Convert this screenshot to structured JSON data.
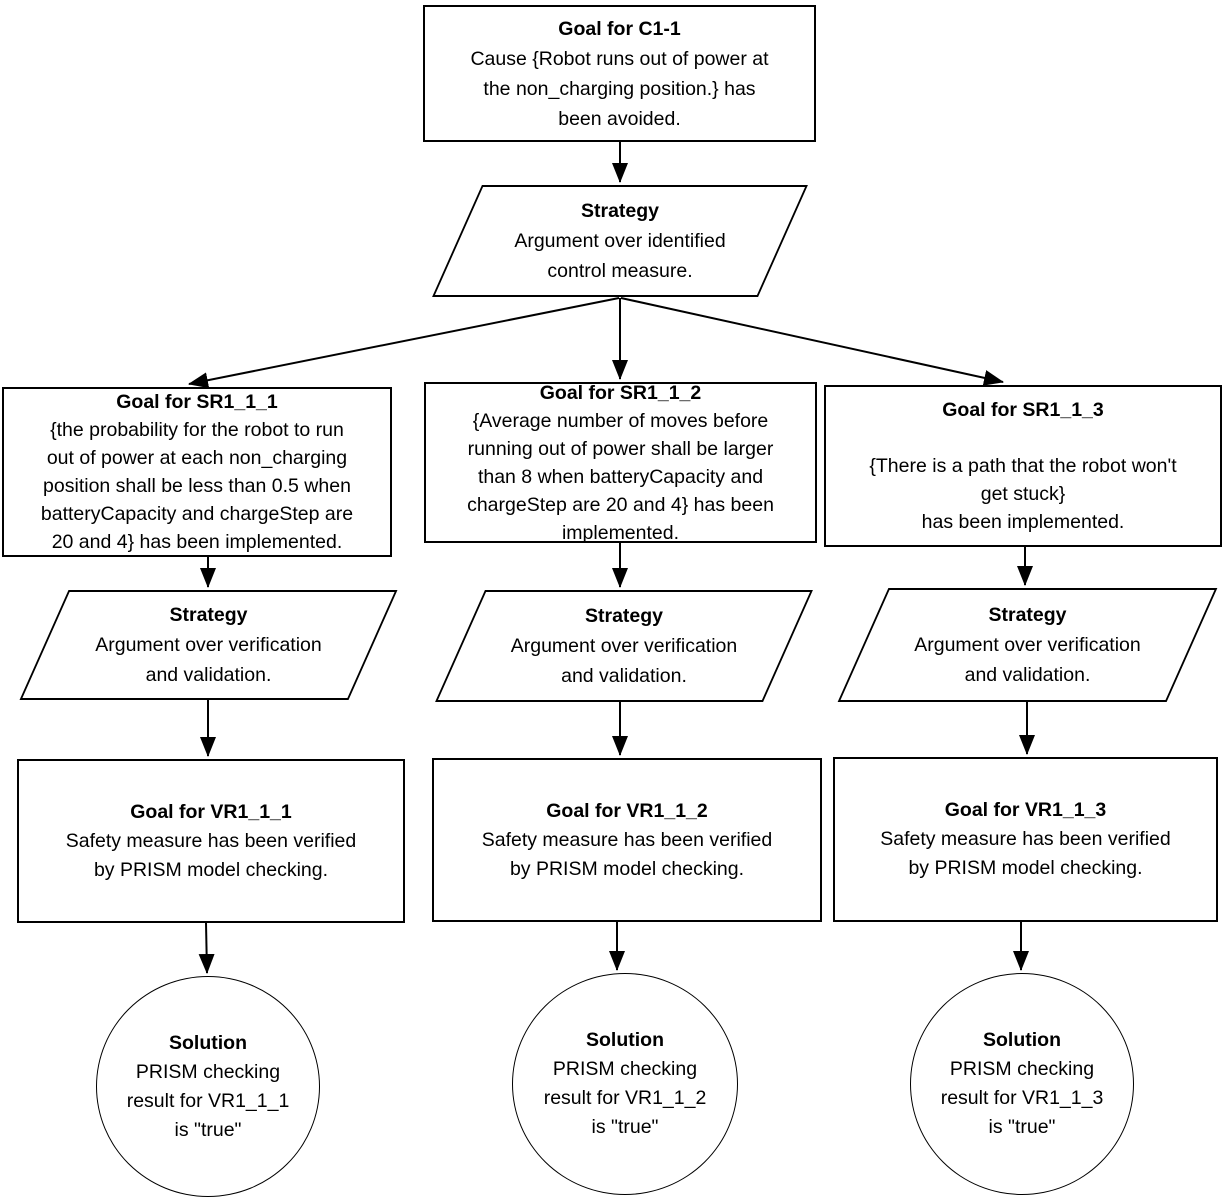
{
  "colors": {
    "line": "#000000",
    "background": "#ffffff"
  },
  "nodes": {
    "c1_1": {
      "title": "Goal for C1-1",
      "body": [
        "Cause {Robot runs out of power at",
        "the non_charging position.} has",
        "been avoided."
      ]
    },
    "strategy_control": {
      "title": "Strategy",
      "body": [
        "Argument over identified",
        "control measure."
      ]
    },
    "sr1_1_1": {
      "title": "Goal for SR1_1_1",
      "body": [
        "{the probability for the robot to run",
        "out of power at each non_charging",
        "position shall be less than 0.5 when",
        "batteryCapacity and chargeStep are",
        "20 and 4} has been implemented."
      ]
    },
    "sr1_1_2": {
      "title": "Goal for SR1_1_2",
      "body": [
        "{Average number of moves before",
        "running out of power shall be larger",
        "than 8 when batteryCapacity and",
        "chargeStep are 20 and 4} has been",
        "implemented."
      ]
    },
    "sr1_1_3": {
      "title": "Goal for SR1_1_3",
      "body": [
        "",
        "{There is a path that the robot won't",
        "get stuck}",
        "has been implemented."
      ]
    },
    "strategy_vv_1": {
      "title": "Strategy",
      "body": [
        "Argument over verification",
        "and validation."
      ]
    },
    "strategy_vv_2": {
      "title": "Strategy",
      "body": [
        "Argument over verification",
        "and validation."
      ]
    },
    "strategy_vv_3": {
      "title": "Strategy",
      "body": [
        "Argument over verification",
        "and validation."
      ]
    },
    "vr1_1_1": {
      "title": "Goal for VR1_1_1",
      "body": [
        "Safety measure has been verified",
        "by PRISM model checking."
      ]
    },
    "vr1_1_2": {
      "title": "Goal for VR1_1_2",
      "body": [
        "Safety measure has been verified",
        "by PRISM model checking."
      ]
    },
    "vr1_1_3": {
      "title": "Goal for VR1_1_3",
      "body": [
        "Safety measure has been verified",
        "by PRISM model checking."
      ]
    },
    "solution_1": {
      "title": "Solution",
      "body": [
        "PRISM checking",
        "result for VR1_1_1",
        "is \"true\""
      ]
    },
    "solution_2": {
      "title": "Solution",
      "body": [
        "PRISM checking",
        "result for VR1_1_2",
        "is \"true\""
      ]
    },
    "solution_3": {
      "title": "Solution",
      "body": [
        "PRISM checking",
        "result for VR1_1_3",
        "is \"true\""
      ]
    }
  }
}
